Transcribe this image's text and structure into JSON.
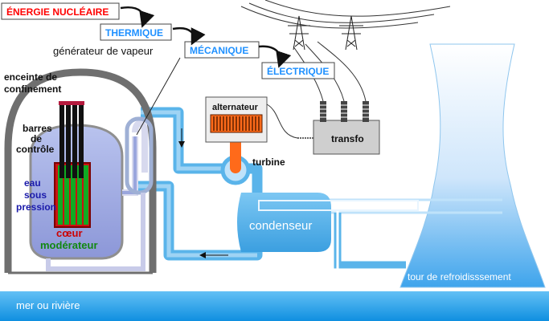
{
  "energy_chain": {
    "nuclear": "ÉNERGIE NUCLÉAIRE",
    "thermal": "THERMIQUE",
    "mechanical": "MÉCANIQUE",
    "electrical": "ÉLECTRIQUE"
  },
  "labels": {
    "steam_generator": "générateur de vapeur",
    "containment_line1": "enceinte de",
    "containment_line2": "confinement",
    "rods_line1": "barres",
    "rods_line2": "de",
    "rods_line3": "contrôle",
    "water_line1": "eau",
    "water_line2": "sous",
    "water_line3": "pression",
    "core": "cœur",
    "moderator": "modérateur",
    "alternator": "alternateur",
    "turbine": "turbine",
    "transformer": "transfo",
    "condenser": "condenseur",
    "cooling_tower": "tour de refroidisssement",
    "river": "mer ou rivière"
  },
  "colors": {
    "nuclear": "#ff0000",
    "thermal": "#1e90ff",
    "mechanical": "#1e90ff",
    "electrical": "#1e90ff",
    "core": "#cc0000",
    "moderator": "#118811",
    "water": "#1a1aaa",
    "pipe": "#5ab4ea",
    "river": "#1d9be8",
    "alternator": "#ff6a1a"
  }
}
